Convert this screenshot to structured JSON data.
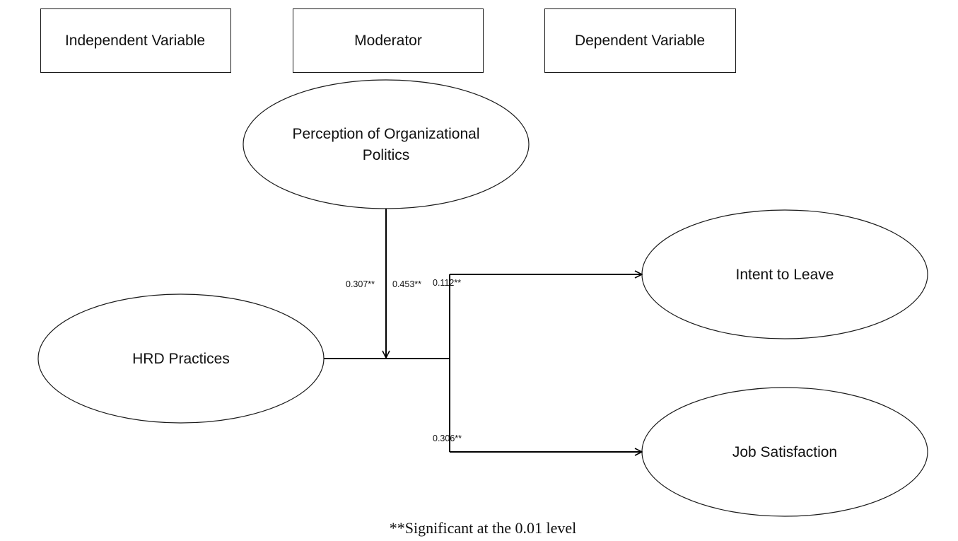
{
  "headers": {
    "independent": "Independent Variable",
    "moderator": "Moderator",
    "dependent": "Dependent Variable"
  },
  "nodes": {
    "moderator": {
      "line1": "Perception of Organizational",
      "line2": "Politics"
    },
    "independent": {
      "label": "HRD Practices"
    },
    "dependent_1": {
      "label": "Intent to Leave"
    },
    "dependent_2": {
      "label": "Job Satisfaction"
    }
  },
  "coefficients": {
    "moderator_path": "0.307**",
    "interaction": "0.453**",
    "intent_to_leave": "0.112**",
    "job_satisfaction": "0.306**"
  },
  "footnote": "**Significant at the 0.01 level"
}
